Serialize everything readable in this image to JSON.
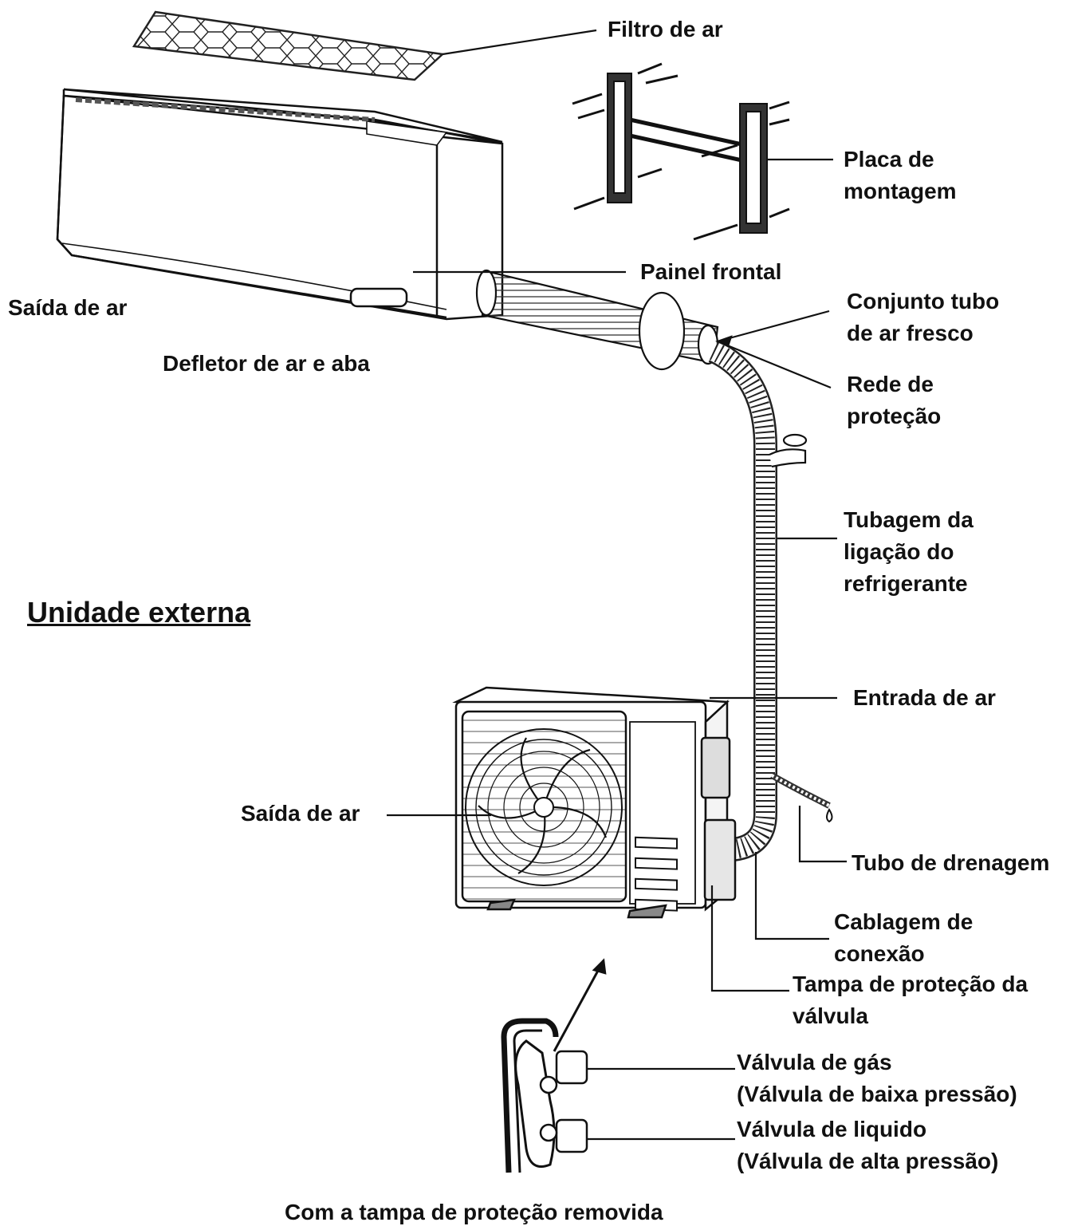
{
  "labels": {
    "air_filter": "Filtro de ar",
    "mounting_plate": [
      "Placa de",
      "montagem"
    ],
    "front_panel": "Painel frontal",
    "indoor_air_outlet": "Saída de ar",
    "fresh_air_tube": [
      "Conjunto tubo",
      "de ar fresco"
    ],
    "deflector": "Defletor de ar e aba",
    "protection_net": [
      "Rede de",
      "proteção"
    ],
    "refrigerant_piping": [
      "Tubagem da",
      "ligação do",
      "refrigerante"
    ],
    "outdoor_unit_title": "Unidade externa",
    "air_inlet": "Entrada de ar",
    "outdoor_air_outlet": "Saída de ar",
    "drain_pipe": "Tubo de drenagem",
    "connection_wiring": [
      "Cablagem de",
      "conexão"
    ],
    "valve_cover": [
      "Tampa de proteção da",
      "válvula"
    ],
    "gas_valve": [
      "Válvula de gás",
      "(Válvula de baixa pressão)"
    ],
    "liquid_valve": [
      "Válvula de liquido",
      "(Válvula de alta pressão)"
    ],
    "cover_removed": "Com a tampa de proteção removida"
  },
  "icons": [
    "indoor-unit-icon",
    "air-filter-icon",
    "mounting-plate-icon",
    "fresh-air-tube-icon",
    "refrigerant-pipe-icon",
    "outdoor-unit-icon",
    "fan-icon",
    "drain-pipe-icon",
    "valve-assembly-icon"
  ]
}
